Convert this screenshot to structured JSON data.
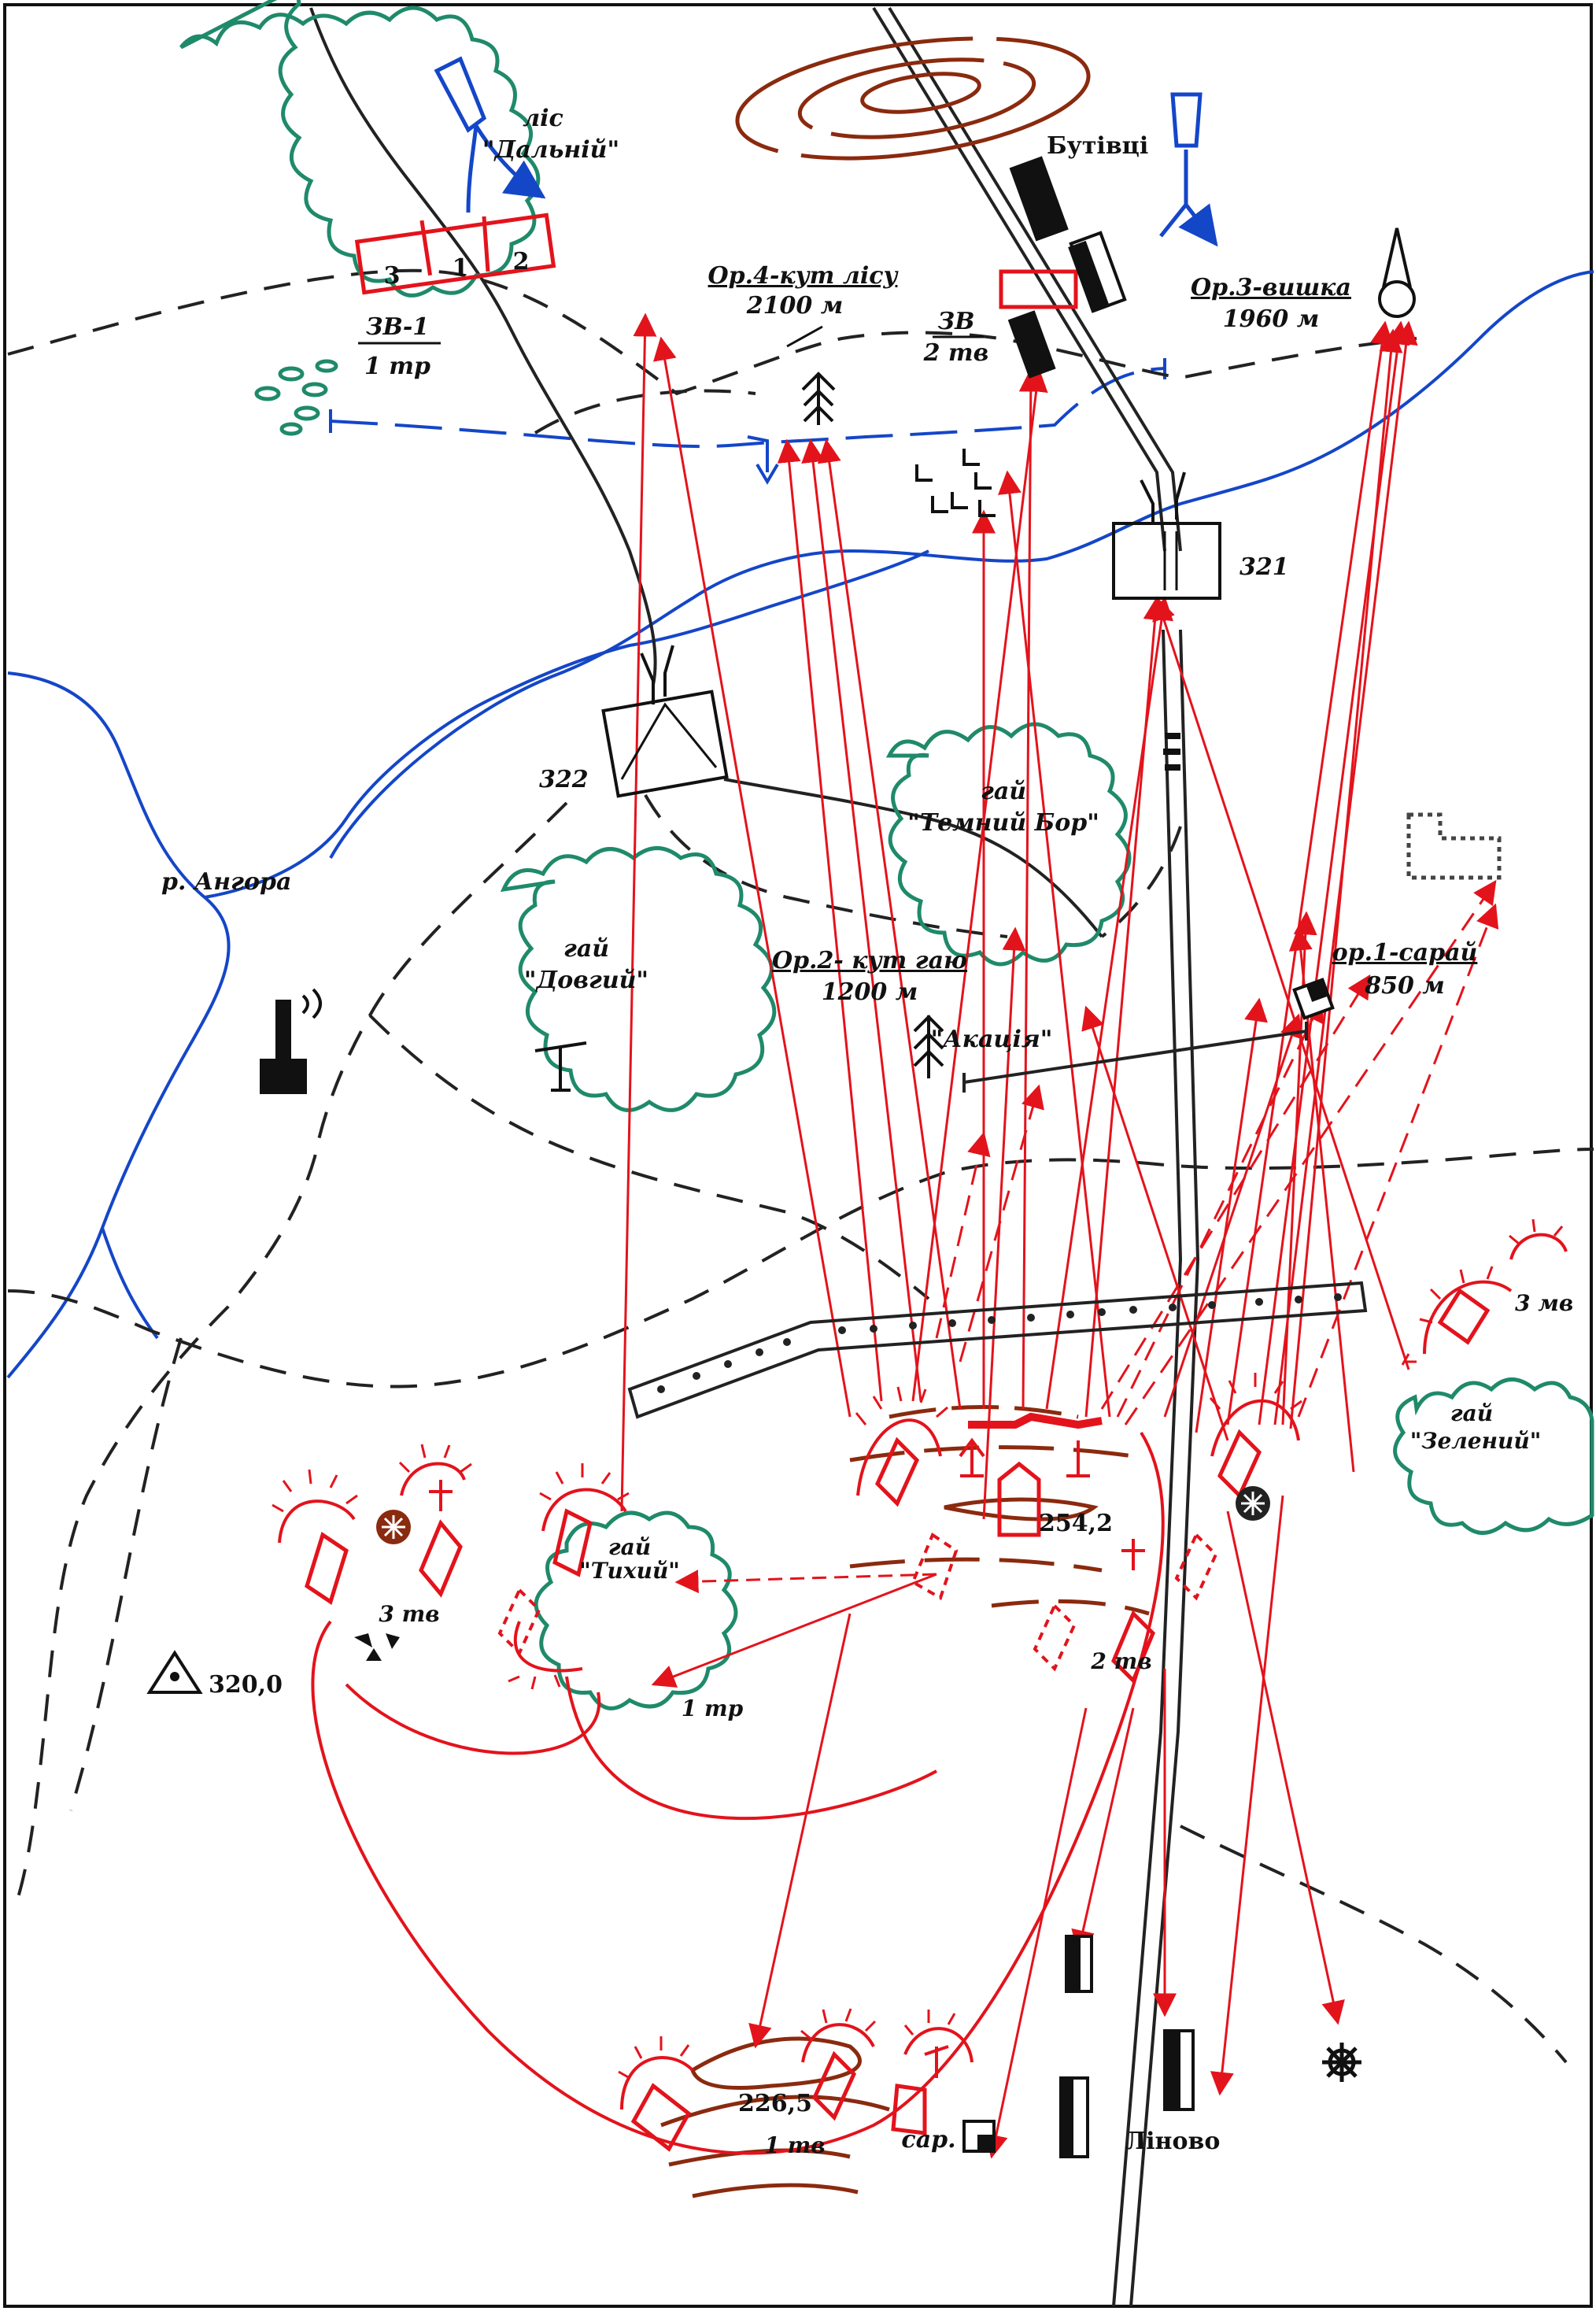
{
  "labels": {
    "forest_far_1": "ліс",
    "forest_far_2": "\"Дальній\"",
    "village_top": "Бутівці",
    "or4_line1": "Ор.4-кут лісу",
    "or4_line2": "2100 м",
    "or3_line1": "Ор.3-вишка",
    "or3_line2": "1960 м",
    "zv1_line1": "ЗВ-1",
    "zv1_line2": "1 тр",
    "zv_line1": "ЗВ",
    "zv_line2": "2 тв",
    "box_3": "3",
    "box_1": "1",
    "box_2": "2",
    "bridge_321": "321",
    "bridge_322": "322",
    "grove_dark_1": "гай",
    "grove_dark_2": "\"Темний Бор\"",
    "river": "р. Ангора",
    "grove_long_1": "гай",
    "grove_long_2": "\"Довгий\"",
    "or2_line1": "Ор.2- кут гаю",
    "or2_line2": "1200 м",
    "acacia": "\"Акація\"",
    "or1_line1": "ор.1-сарай",
    "or1_line2": "850 м",
    "bat_3mv": "3 мв",
    "grove_green_1": "гай",
    "grove_green_2": "\"Зелений\"",
    "height_254": "254,2",
    "grove_quiet_1": "гай",
    "grove_quiet_2": "\"Тихий\"",
    "bat_3tv": "3 тв",
    "bat_2tv": "2 тв",
    "bat_1tr": "1 тр",
    "trig_320": "320,0",
    "height_226": "226,5",
    "bat_1tv": "1 тв",
    "village_bottom": "Ліново",
    "barn_bottom": "сар."
  },
  "colors": {
    "friendly": "#e3131c",
    "enemy": "#1446c8",
    "vegetation": "#1f8a6a",
    "relief": "#8a2a0e",
    "roads": "#222222"
  },
  "icons": {
    "enemy_arrows": "enemy-attack-arrow-icon",
    "tower": "watchtower-icon",
    "barn": "barn-icon",
    "radio_station": "radio-tower-icon",
    "fir": "fir-tree-icon",
    "ruins": "ruins-icon",
    "trig_point": "triangulation-point-icon",
    "mine": "mine-icon",
    "sun_mark": "gear-star-icon"
  }
}
